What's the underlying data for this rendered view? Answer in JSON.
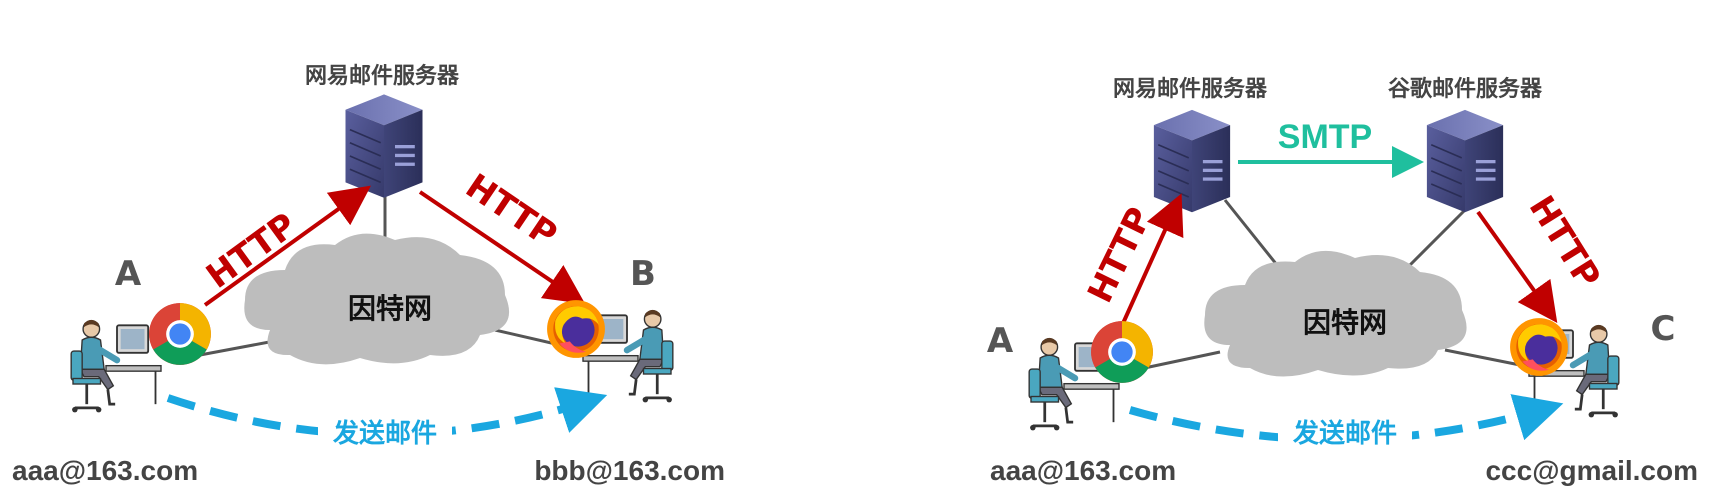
{
  "colors": {
    "http_arrow": "#c00000",
    "smtp_arrow": "#1fbf9e",
    "send_arrow": "#1aa7e0",
    "cloud": "#bdbdbd",
    "server": "#4a4f8c",
    "text_dark": "#444444"
  },
  "left": {
    "server_label": "网易邮件服务器",
    "cloud_label": "因特网",
    "person_a": "A",
    "person_b": "B",
    "http_left": "HTTP",
    "http_right": "HTTP",
    "send_label": "发送邮件",
    "email_a": "aaa@163.com",
    "email_b": "bbb@163.com",
    "icons": [
      "server-icon",
      "cloud-icon",
      "chrome-icon",
      "firefox-icon",
      "person-at-computer-icon"
    ]
  },
  "right": {
    "server1_label": "网易邮件服务器",
    "server2_label": "谷歌邮件服务器",
    "smtp_label": "SMTP",
    "cloud_label": "因特网",
    "person_a": "A",
    "person_c": "C",
    "http_left": "HTTP",
    "http_right": "HTTP",
    "send_label": "发送邮件",
    "email_a": "aaa@163.com",
    "email_c": "ccc@gmail.com"
  }
}
